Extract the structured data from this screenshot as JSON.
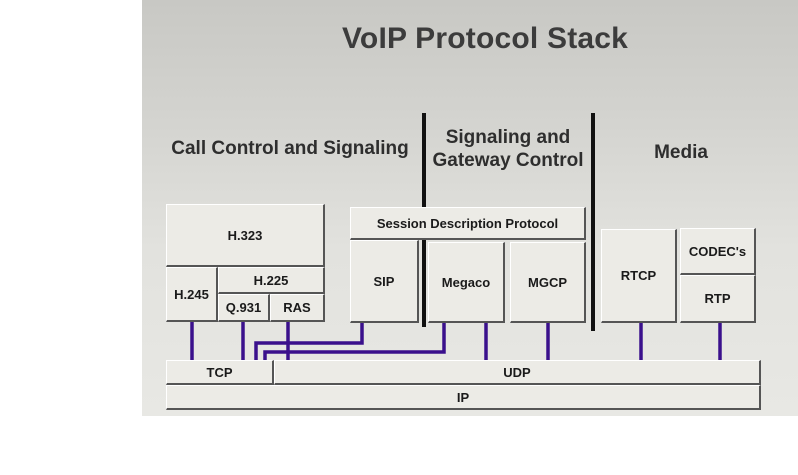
{
  "title": "VoIP Protocol Stack",
  "columns": {
    "call_control": "Call Control and Signaling",
    "gateway_control_line1": "Signaling and",
    "gateway_control_line2": "Gateway Control",
    "media": "Media"
  },
  "protocols": {
    "h323": "H.323",
    "h245": "H.245",
    "h225": "H.225",
    "q931": "Q.931",
    "ras": "RAS",
    "sdp": "Session Description Protocol",
    "sip": "SIP",
    "megaco": "Megaco",
    "mgcp": "MGCP",
    "rtcp": "RTCP",
    "codecs": "CODEC's",
    "rtp": "RTP",
    "tcp": "TCP",
    "udp": "UDP",
    "ip": "IP"
  },
  "colors": {
    "connector": "#3a108c",
    "divider": "#111111"
  }
}
